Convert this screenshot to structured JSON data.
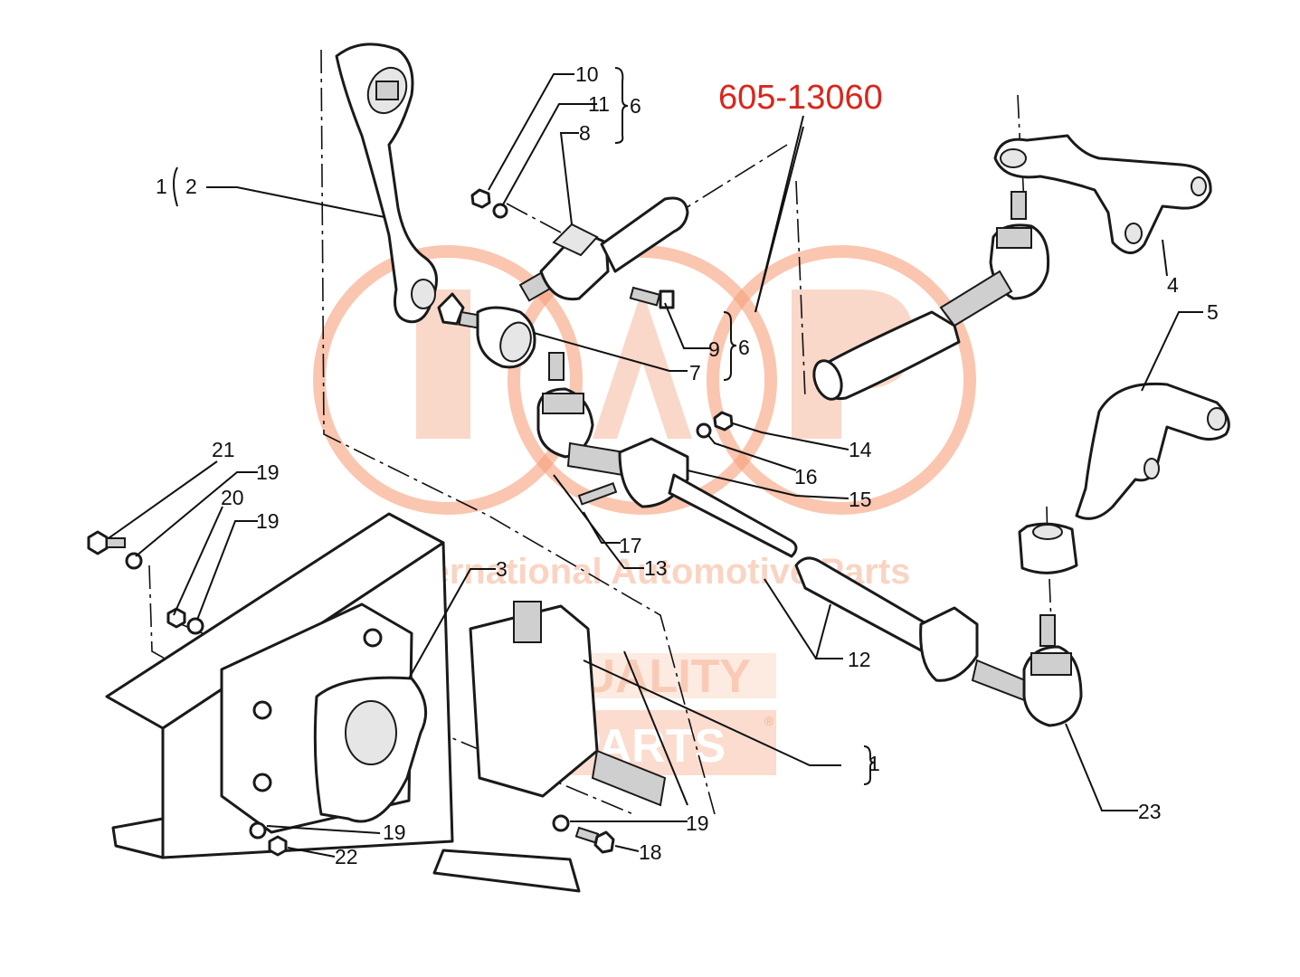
{
  "part_number": "605-13060",
  "watermark": {
    "brand_letters": "IAP",
    "tagline": "International Automotive Parts",
    "badge_line1": "QUALITY",
    "badge_line2": "PARTS",
    "registered_mark": "®",
    "colors": {
      "ring": "#f7a07b",
      "text": "#f6b293",
      "badge": "#f8c5ad"
    }
  },
  "colors": {
    "part_number": "#d9261c",
    "lines": "#1a1a1a"
  },
  "callouts": {
    "c1a": "1",
    "c2": "2",
    "c10": "10",
    "c11": "11",
    "c6a": "6",
    "c8": "8",
    "c4": "4",
    "c5": "5",
    "c9": "9",
    "c6b": "6",
    "c7": "7",
    "c14": "14",
    "c16": "16",
    "c15": "15",
    "c21": "21",
    "c19a": "19",
    "c20": "20",
    "c19b": "19",
    "c17": "17",
    "c13": "13",
    "c3": "3",
    "c12": "12",
    "c1b": "1",
    "c23": "23",
    "c19c": "19",
    "c19d": "19",
    "c22": "22",
    "c18": "18"
  }
}
